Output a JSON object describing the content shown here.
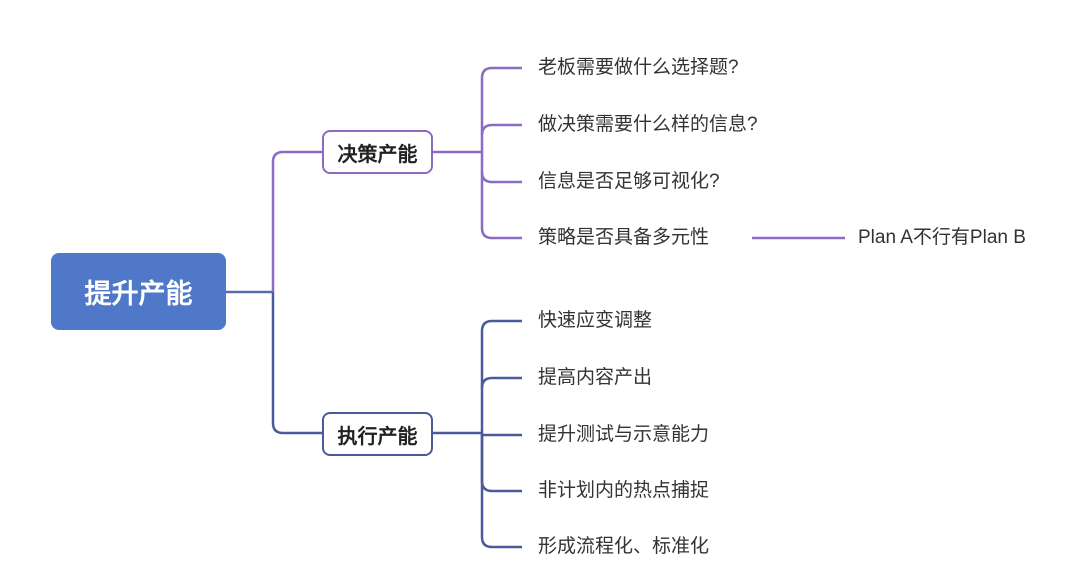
{
  "root": {
    "label": "提升产能"
  },
  "branches": [
    {
      "label": "决策产能",
      "color": "#8a6cc4",
      "children": [
        "老板需要做什么选择题?",
        "做决策需要什么样的信息?",
        "信息是否足够可视化?",
        "策略是否具备多元性"
      ],
      "sub": "Plan A不行有Plan B"
    },
    {
      "label": "执行产能",
      "color": "#4a5a9a",
      "children": [
        "快速应变调整",
        "提高内容产出",
        "提升测试与示意能力",
        "非计划内的热点捕捉",
        "形成流程化、标准化"
      ]
    }
  ]
}
